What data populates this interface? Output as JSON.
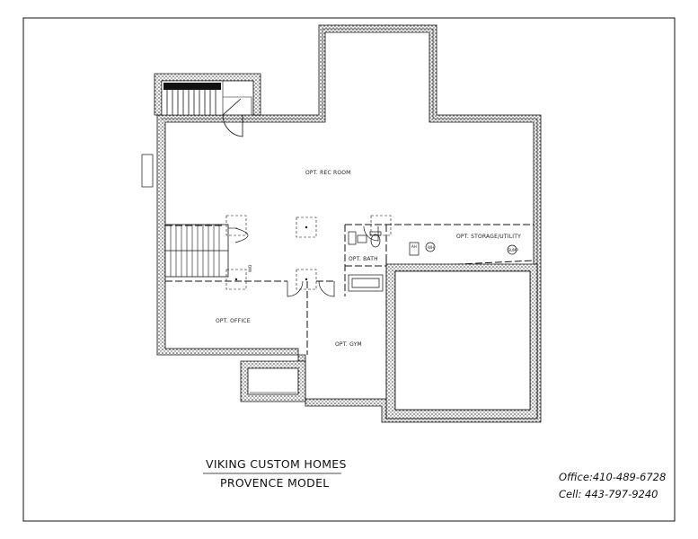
{
  "rooms": {
    "rec_room": "OPT. REC ROOM",
    "storage": "OPT. STORAGE/UTILITY",
    "bath": "OPT. BATH",
    "office": "OPT. OFFICE",
    "gym": "OPT. GYM"
  },
  "fixtures": {
    "sump": "SUMP",
    "wh": "WH",
    "ah": "AH",
    "washer_dryer": "W/D"
  },
  "title": {
    "line1": "VIKING CUSTOM HOMES",
    "line2": "PROVENCE MODEL"
  },
  "contact": {
    "office": "Office:410-489-6728",
    "cell": "Cell: 443-797-9240"
  },
  "colors": {
    "line": "#111111",
    "wall_fill": "#8a8a8a"
  }
}
